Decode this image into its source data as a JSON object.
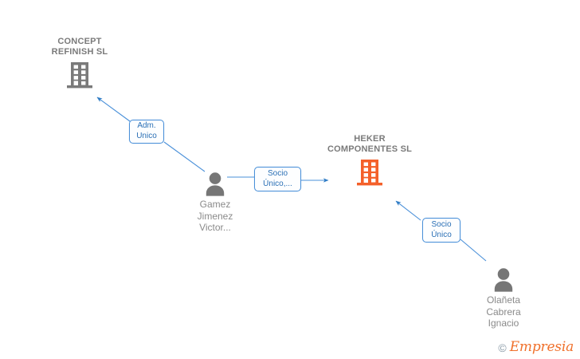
{
  "diagram": {
    "type": "corporate-relationship-graph",
    "background_color": "#ffffff",
    "accent_blue": "#4a90d9",
    "company_gray": "#7a7a7a",
    "company_orange": "#f4602a",
    "person_gray": "#767676",
    "nodes": [
      {
        "id": "concept-refinish",
        "kind": "company",
        "icon": "building-icon",
        "color": "#7a7a7a",
        "title": "CONCEPT\nREFINISH  SL",
        "name": ""
      },
      {
        "id": "heker-componentes",
        "kind": "company",
        "icon": "building-icon",
        "color": "#f4602a",
        "title": "HEKER\nCOMPONENTES SL",
        "name": ""
      },
      {
        "id": "gamez-jimenez-victor",
        "kind": "person",
        "icon": "person-icon",
        "color": "#767676",
        "title": "",
        "name": "Gamez\nJimenez\nVictor..."
      },
      {
        "id": "olaneta-cabrera-ignacio",
        "kind": "person",
        "icon": "person-icon",
        "color": "#767676",
        "title": "",
        "name": "Olañeta\nCabrera\nIgnacio"
      }
    ],
    "edges": [
      {
        "id": "edge-adm-unico",
        "from": "gamez-jimenez-victor",
        "to": "concept-refinish",
        "label": "Adm.\nUnico"
      },
      {
        "id": "edge-socio-unico-gamez",
        "from": "gamez-jimenez-victor",
        "to": "heker-componentes",
        "label": "Socio\nÚnico,..."
      },
      {
        "id": "edge-socio-unico-olaneta",
        "from": "olaneta-cabrera-ignacio",
        "to": "heker-componentes",
        "label": "Socio\nÚnico"
      }
    ]
  },
  "watermark": {
    "copyright": "©",
    "brand": "Empresia"
  }
}
